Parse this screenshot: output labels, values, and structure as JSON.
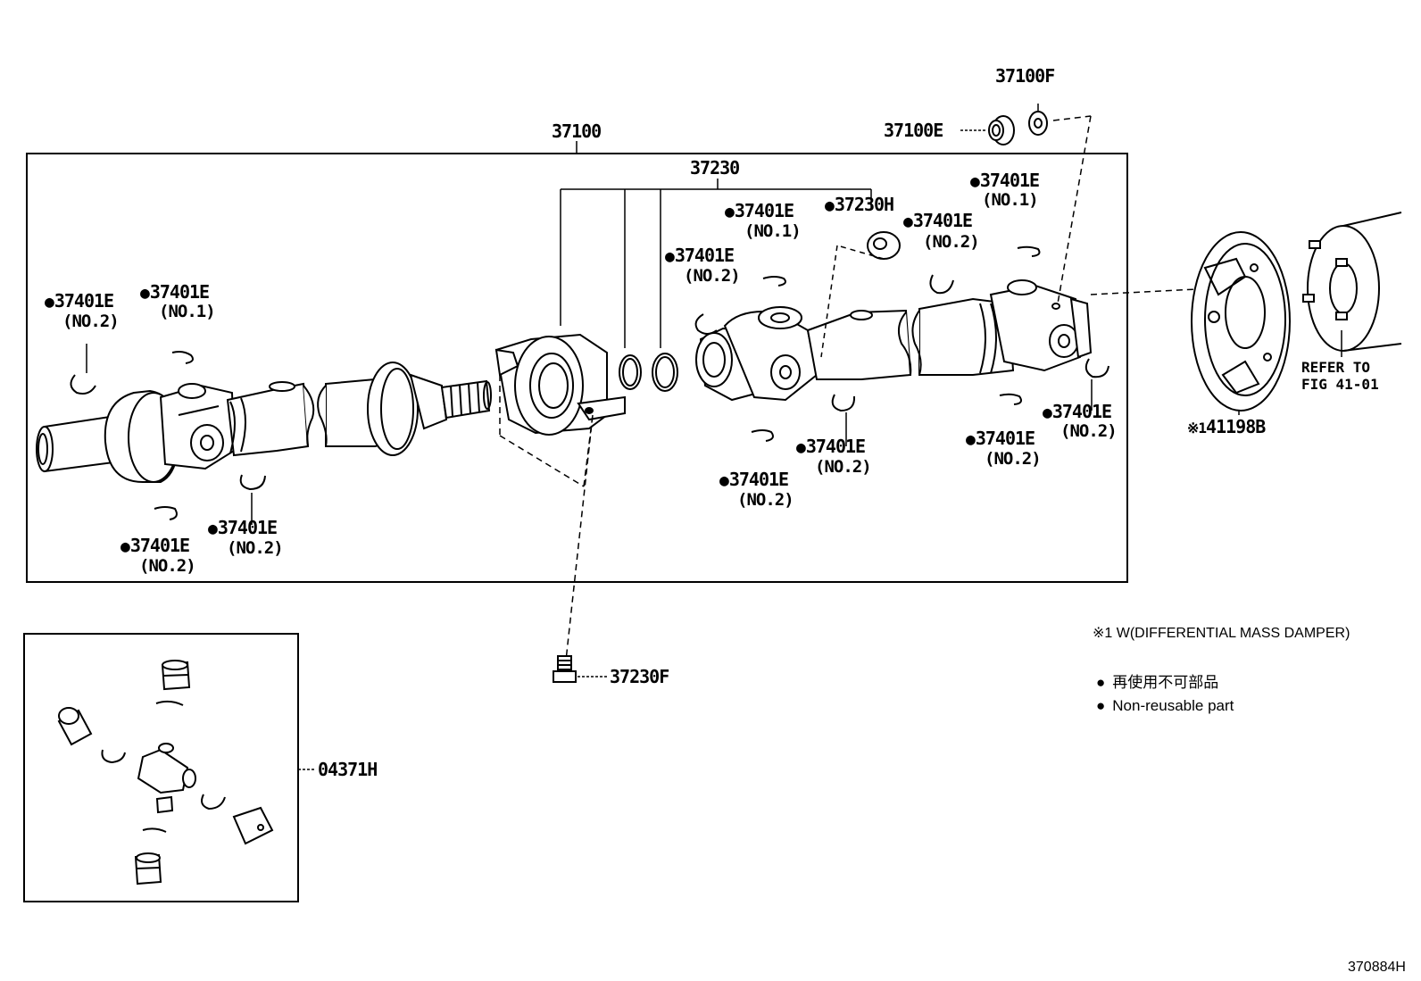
{
  "parts": {
    "p37100F": "37100F",
    "p37100E": "37100E",
    "p37100": "37100",
    "p37230": "37230",
    "p37230H": "37230H",
    "p37230F": "37230F",
    "p04371H": "04371H",
    "p41198B": "41198B",
    "clip": "37401E",
    "no1": "(NO.1)",
    "no2": "(NO.2)",
    "dot": "●",
    "ref_mark": "※1"
  },
  "refer": {
    "line1": "REFER TO",
    "line2": "FIG 41-01"
  },
  "legend": {
    "mark_note": "※1 W(DIFFERENTIAL MASS DAMPER)",
    "bullet": "●",
    "non_reusable_jp": "再使用不可部品",
    "non_reusable_en": "Non-reusable part"
  },
  "figure_code": "370884H"
}
